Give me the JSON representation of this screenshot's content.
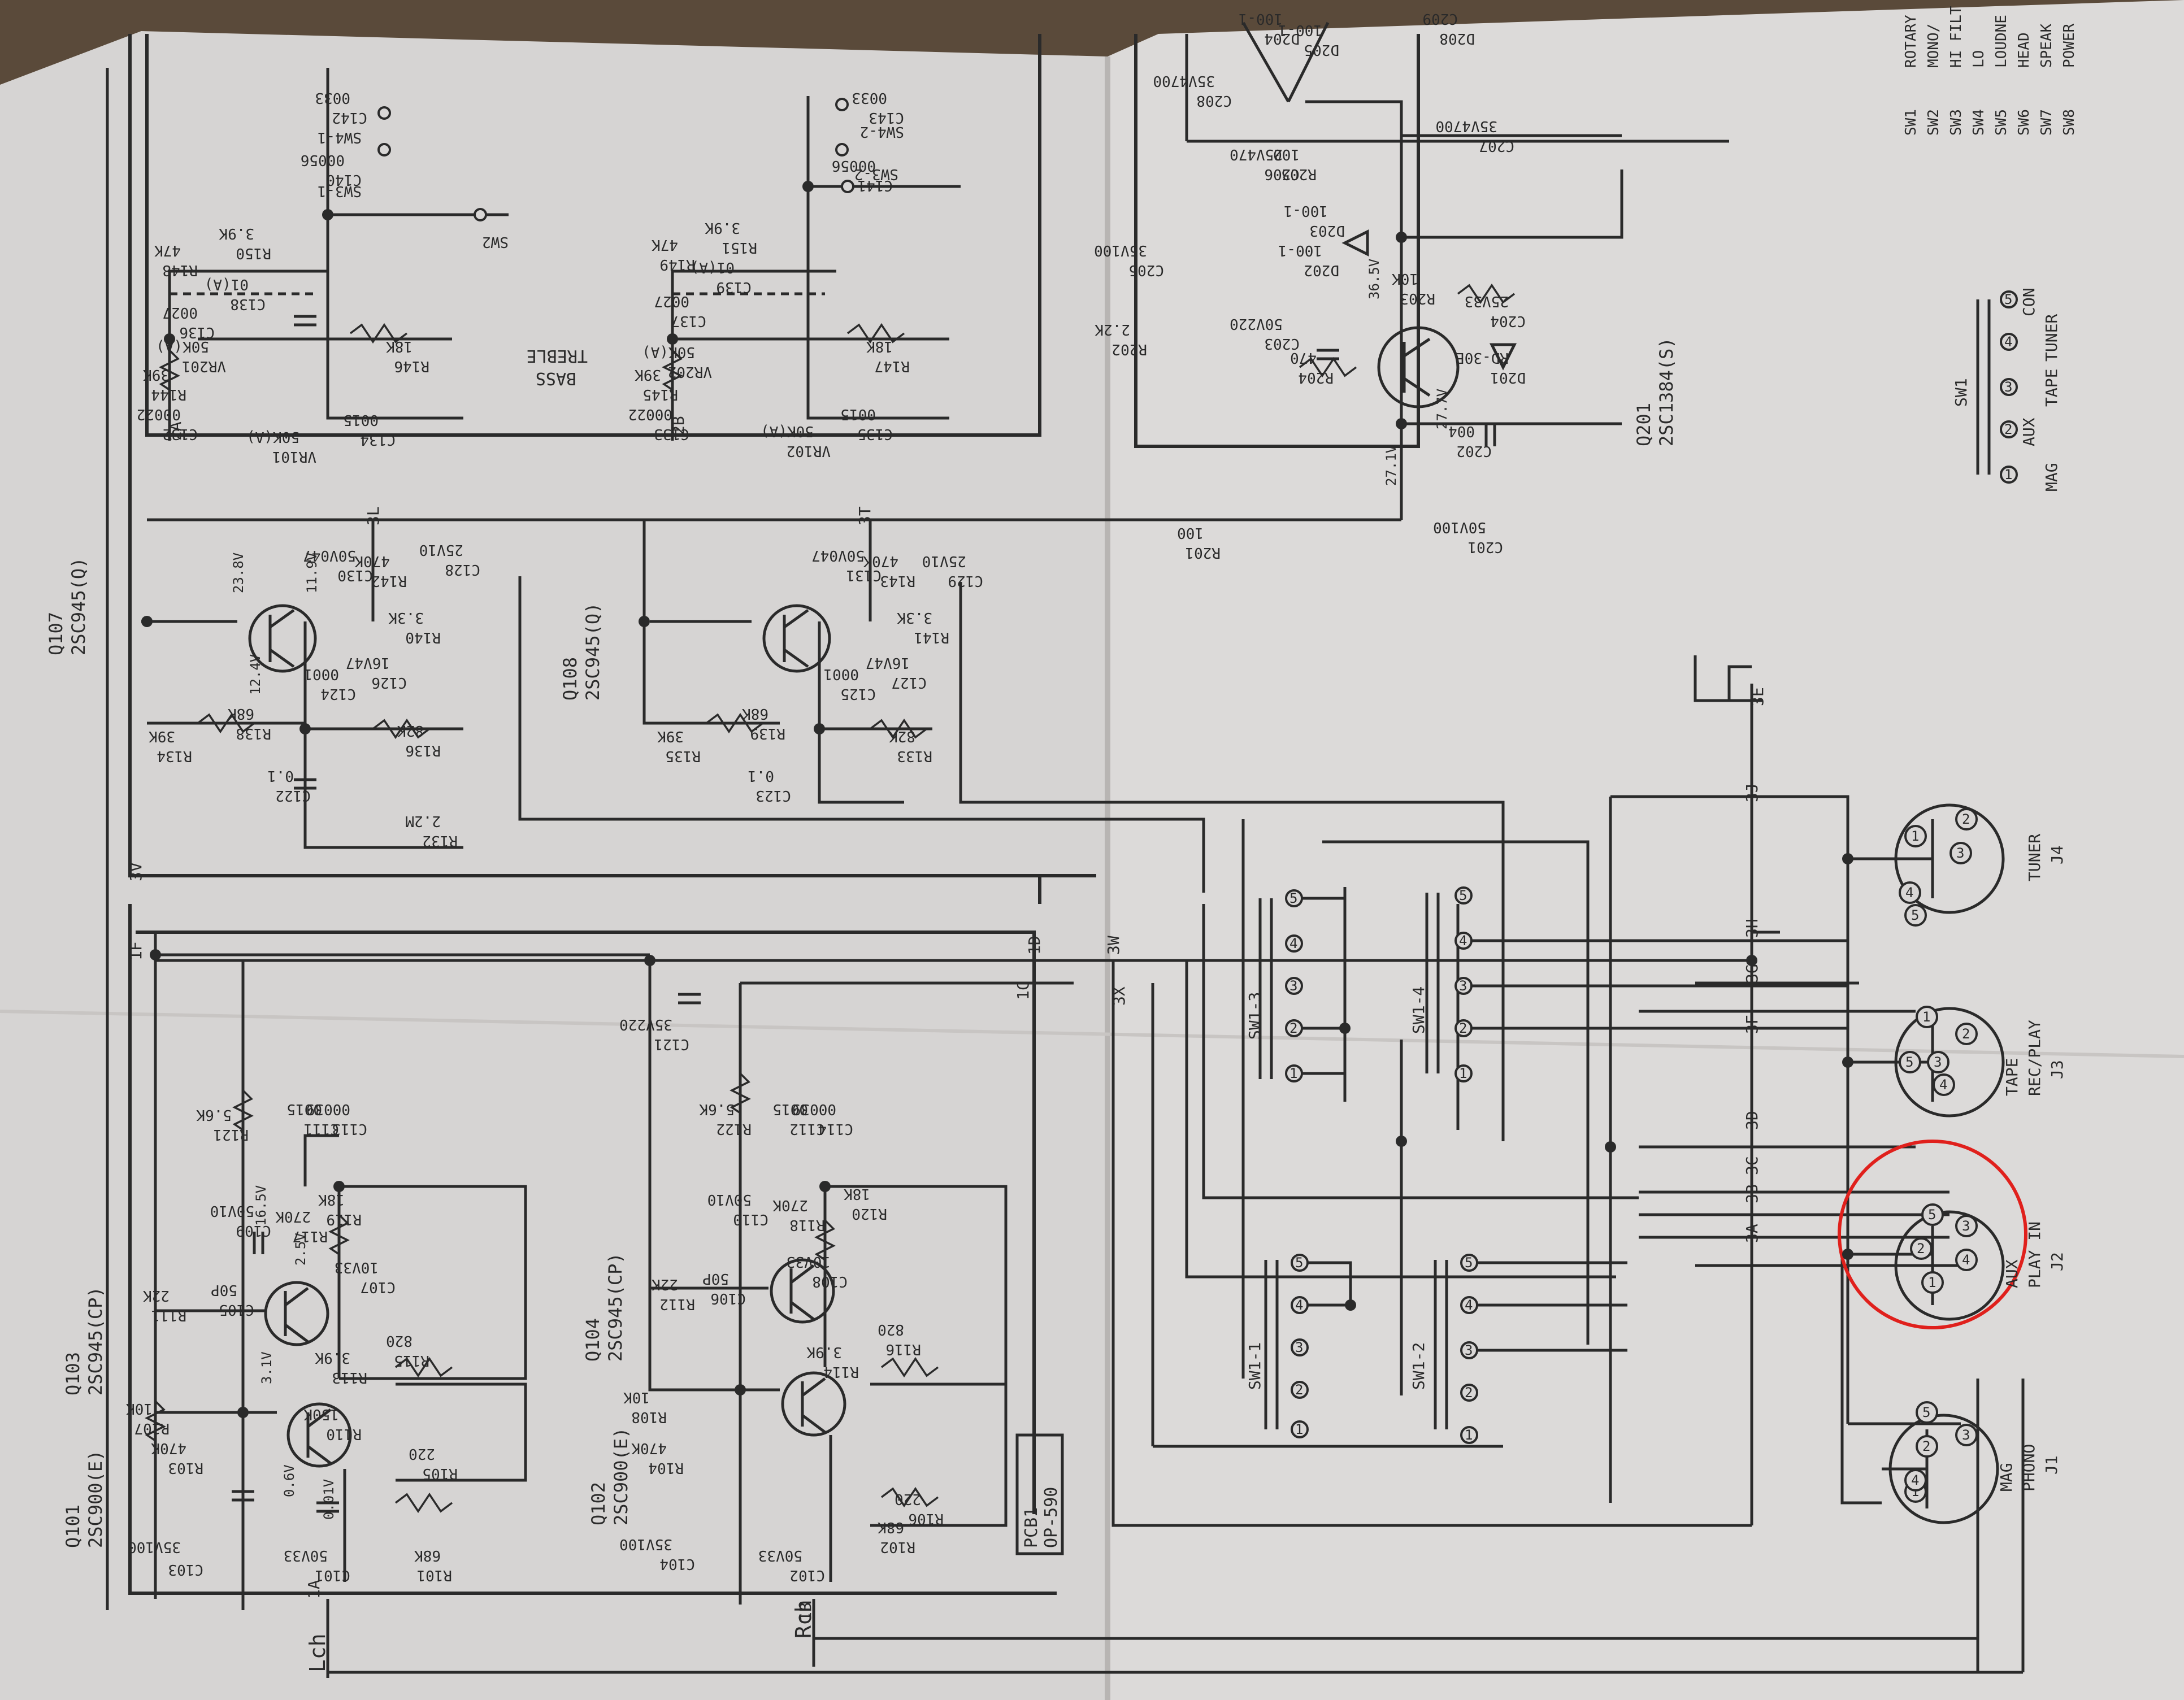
{
  "colors": {
    "paper": "#d9d7d6",
    "ink": "#2a2a2a",
    "highlight": "#e0201c",
    "background": "#5a4a3a"
  },
  "left_board": {
    "board_name": "PCB1",
    "board_code": "OP-590",
    "channel_left": "Lch",
    "channel_right": "Rch"
  },
  "transistors": [
    {
      "ref": "Q101",
      "part": "2SC900(E)"
    },
    {
      "ref": "Q102",
      "part": "2SC900(E)"
    },
    {
      "ref": "Q103",
      "part": "2SC945(CP)"
    },
    {
      "ref": "Q104",
      "part": "2SC945(CP)"
    },
    {
      "ref": "Q107",
      "part": "2SC945(Q)"
    },
    {
      "ref": "Q108",
      "part": "2SC945(Q)"
    },
    {
      "ref": "Q201",
      "part": "2SC1384(S)"
    }
  ],
  "components": [
    "R101",
    "68K",
    "R102",
    "68K",
    "C101",
    "50V33",
    "C102",
    "50V33",
    "C103",
    "35V100",
    "C104",
    "35V100",
    "R103",
    "470K",
    "R104",
    "470K",
    "R105",
    "220",
    "R106",
    "220",
    "R107",
    "10K",
    "R108",
    "10K",
    "R110",
    "150K",
    "R111",
    "22K",
    "R112",
    "22K",
    "R113",
    "3.9K",
    "R114",
    "3.9K",
    "R115",
    "820",
    "R116",
    "820",
    "R117",
    "270K",
    "R118",
    "270K",
    "R119",
    "18K",
    "R120",
    "18K",
    "R121",
    "5.6K",
    "R122",
    "5.6K",
    "C105",
    "50P",
    "C106",
    "50P",
    "C107",
    "10V33",
    "C108",
    "10V33",
    "C109",
    "50V10",
    "C110",
    "50V10",
    "C111",
    "0015",
    "C112",
    "0015",
    "C113",
    "00039",
    "C114",
    "00039",
    "C121",
    "35V220",
    "R132",
    "2.2M",
    "R134",
    "39K",
    "R135",
    "39K",
    "R136",
    "82K",
    "R133",
    "82K",
    "R138",
    "68K",
    "R139",
    "68K",
    "R140",
    "3.3K",
    "R141",
    "3.3K",
    "R142",
    "470K",
    "R143",
    "470K",
    "C122",
    "0.1",
    "C123",
    "0.1",
    "C124",
    "0001",
    "C125",
    "0001",
    "C126",
    "16V47",
    "C127",
    "16V47",
    "C128",
    "25V10",
    "C129",
    "25V10",
    "C130",
    "50V047",
    "C131",
    "50V047",
    "R144",
    "39K",
    "R145",
    "39K",
    "R146",
    "18K",
    "R147",
    "18K",
    "VR101",
    "50K(A)",
    "VR102",
    "50K(A)",
    "VR201",
    "50K(A)",
    "VR202",
    "50K(A)",
    "C132",
    "00022",
    "C133",
    "00022",
    "C134",
    "0015",
    "C135",
    "0015",
    "C136",
    "0027",
    "C137",
    "0027",
    "C138",
    "01(A)",
    "C139",
    "01(A)",
    "R148",
    "47K",
    "R149",
    "47K",
    "R150",
    "3.9K",
    "R151",
    "3.9K",
    "C140",
    "00056",
    "C141",
    "00056",
    "C142",
    "0033",
    "C143",
    "0033",
    "R201",
    "100",
    "C201",
    "50V100",
    "C202",
    "004",
    "R202",
    "2.2K",
    "C203",
    "50V220",
    "C205",
    "35V100",
    "C206",
    "25V470",
    "R203",
    "10K",
    "R204",
    "470",
    "R205",
    "100",
    "C204",
    "25V33",
    "C207",
    "35V4700",
    "C208",
    "35V4700",
    "D201",
    "RD-30E",
    "D202",
    "100-1",
    "D203",
    "100-1",
    "D204",
    "100-1",
    "D205",
    "100-1",
    "D208",
    "C209"
  ],
  "voltages": [
    "0.6V",
    "3.1V",
    "16.5V",
    "2.5V",
    "0.01V",
    "23.8V",
    "12.4V",
    "11.9V",
    "27.1V",
    "27.7V",
    "36.5V"
  ],
  "connector_nodes": [
    "1A",
    "1B",
    "1C",
    "1D",
    "1F",
    "2A",
    "2B",
    "3A",
    "3B",
    "3C",
    "3D",
    "3E",
    "3F",
    "3G",
    "3H",
    "3J",
    "3L",
    "3T",
    "3V",
    "3W",
    "3X"
  ],
  "controls": {
    "treble": "TREBLE",
    "bass": "BASS"
  },
  "switches": {
    "switch_refs": [
      "SW1-1",
      "SW1-2",
      "SW1-3",
      "SW1-4",
      "SW2",
      "SW3-1",
      "SW3-2",
      "SW4-1",
      "SW4-2"
    ],
    "selector_ref": "SW1",
    "selector_positions": [
      "MAG",
      "AUX",
      "TAPE",
      "TUNER",
      "CON"
    ]
  },
  "switch_legend": [
    {
      "ref": "SW1",
      "name": "ROTARY"
    },
    {
      "ref": "SW2",
      "name": "MONO/"
    },
    {
      "ref": "SW3",
      "name": "HI FILT"
    },
    {
      "ref": "SW4",
      "name": "LO"
    },
    {
      "ref": "SW5",
      "name": "LOUDNE"
    },
    {
      "ref": "SW6",
      "name": "HEAD"
    },
    {
      "ref": "SW7",
      "name": "SPEAK"
    },
    {
      "ref": "SW8",
      "name": "POWER"
    }
  ],
  "jacks": [
    {
      "ref": "J1",
      "name": "MAG\nPHONO",
      "pins": [
        "1",
        "2",
        "3",
        "4",
        "5"
      ],
      "highlighted": false
    },
    {
      "ref": "J2",
      "name": "AUX\nPLAY IN",
      "pins": [
        "1",
        "2",
        "3",
        "4",
        "5"
      ],
      "highlighted": true
    },
    {
      "ref": "J3",
      "name": "TAPE\nREC/PLAY",
      "pins": [
        "1",
        "2",
        "3",
        "4",
        "5"
      ],
      "highlighted": false
    },
    {
      "ref": "J4",
      "name": "TUNER",
      "pins": [
        "1",
        "2",
        "3",
        "4",
        "5"
      ],
      "highlighted": false
    }
  ],
  "switch_contacts": [
    "1",
    "2",
    "3",
    "4",
    "5"
  ]
}
